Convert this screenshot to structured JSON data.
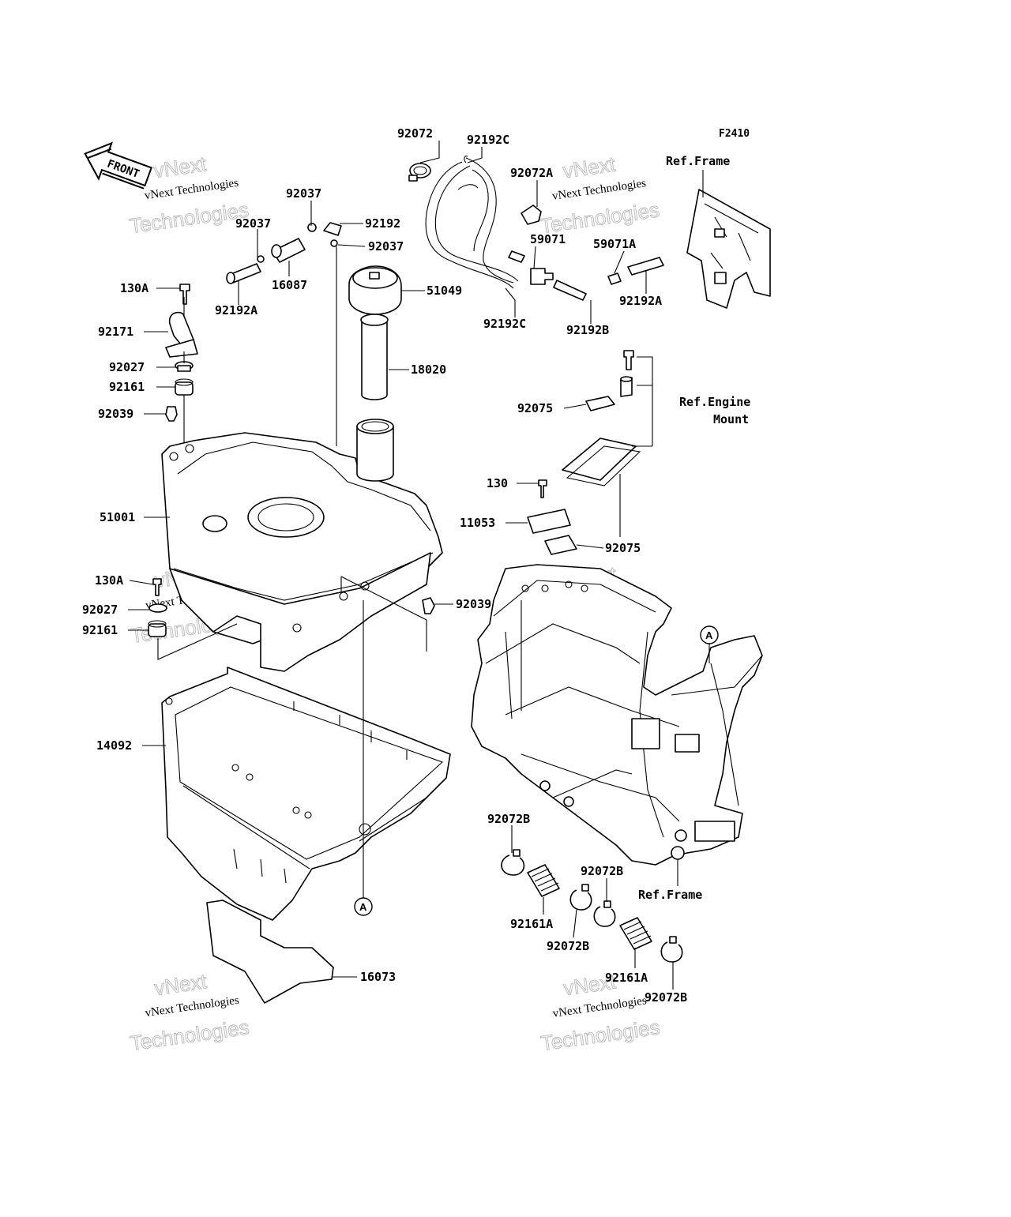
{
  "figure_code": "F2410",
  "front_label": "FRONT",
  "watermark": {
    "small": "vNext Technologies",
    "big": "Technologies",
    "top": "vNext"
  },
  "references": {
    "frame_top": "Ref.Frame",
    "engine_mount_1": "Ref.Engine",
    "engine_mount_2": "Mount",
    "frame_bottom": "Ref.Frame"
  },
  "connector": "A",
  "parts": [
    "92072",
    "92192C",
    "92072A",
    "92037",
    "92192",
    "92037",
    "92037",
    "16087",
    "92192A",
    "59071",
    "59071A",
    "92192A",
    "51049",
    "92192C",
    "92192B",
    "130A",
    "92171",
    "92027",
    "92161",
    "18020",
    "92039",
    "92075",
    "130",
    "11053",
    "92075",
    "51001",
    "130A",
    "92027",
    "92161",
    "92039",
    "14092",
    "92072B",
    "92072B",
    "92161A",
    "92072B",
    "92161A",
    "92072B",
    "16073"
  ]
}
